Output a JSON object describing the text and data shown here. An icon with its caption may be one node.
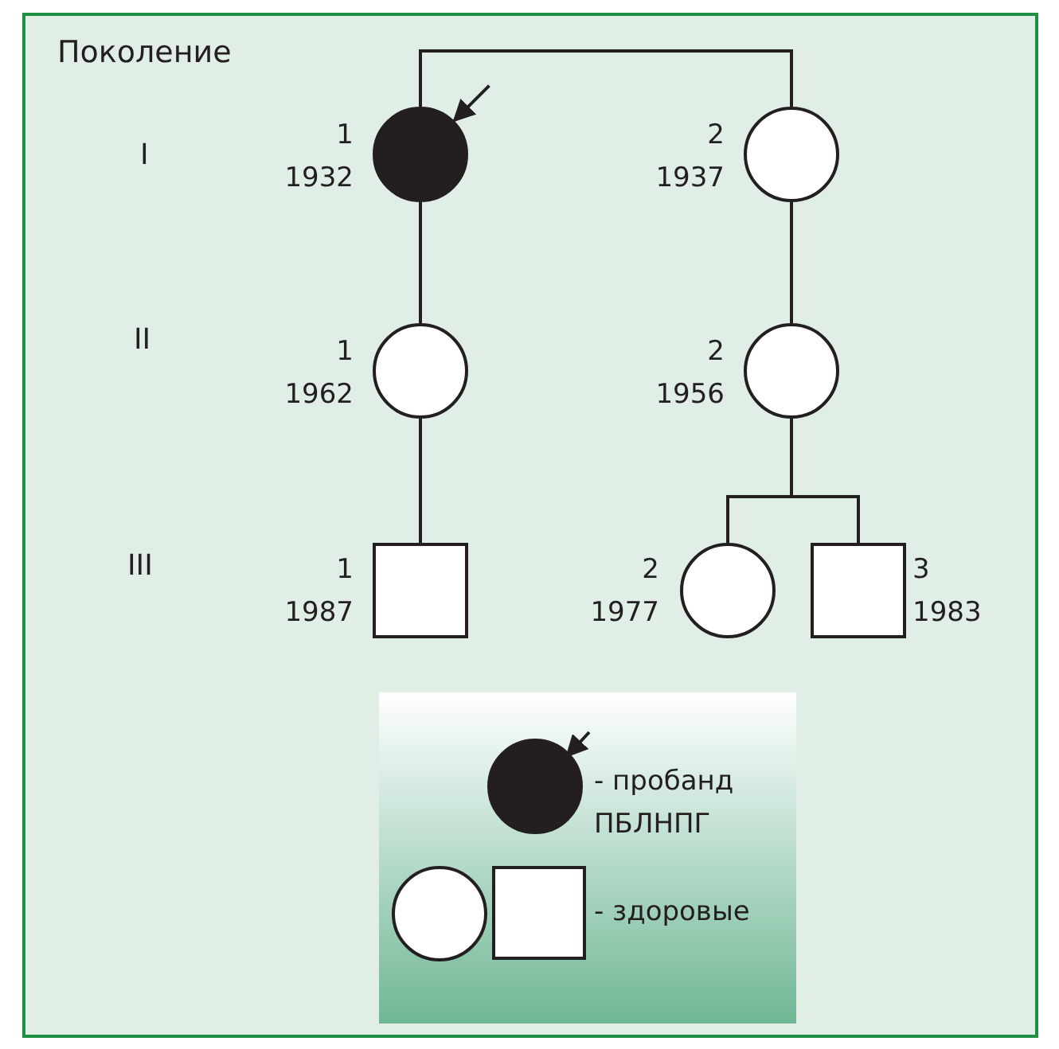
{
  "diagram": {
    "nodes": [
      {
        "text": [],
        "shape": "disc",
        "beside": [
          "1",
          "1932"
        ]
      },
      {
        "text": [],
        "shape": "circle",
        "beside": [
          "2",
          "1937"
        ]
      },
      {
        "text": [],
        "shape": "circle",
        "beside": [
          "1",
          "1962"
        ]
      },
      {
        "text": [],
        "shape": "circle",
        "beside": [
          "2",
          "1956"
        ]
      },
      {
        "text": [],
        "shape": "box",
        "beside": [
          "1",
          "1987"
        ]
      },
      {
        "text": [],
        "shape": "circle",
        "beside": [
          "2",
          "1977"
        ]
      },
      {
        "text": [],
        "shape": "box",
        "beside": [
          "3",
          "1983"
        ]
      }
    ],
    "edges": [
      {
        "from": 0,
        "to": 1,
        "arrow": "none"
      },
      {
        "from": 0,
        "to": 2,
        "arrow": "none"
      },
      {
        "from": 1,
        "to": 3,
        "arrow": "none"
      },
      {
        "from": 2,
        "to": 4,
        "arrow": "none"
      },
      {
        "from": 3,
        "to": 5,
        "arrow": "none"
      },
      {
        "from": 3,
        "to": 6,
        "arrow": "none"
      },
      {
        "from": null,
        "to": 0,
        "arrow": "to"
      }
    ],
    "labels": [
      "Поколение",
      "I",
      "II",
      "III"
    ],
    "legend": [
      {
        "text": "- пробанд ПБЛНПГ"
      },
      {
        "text": "- здоровые"
      }
    ]
  }
}
